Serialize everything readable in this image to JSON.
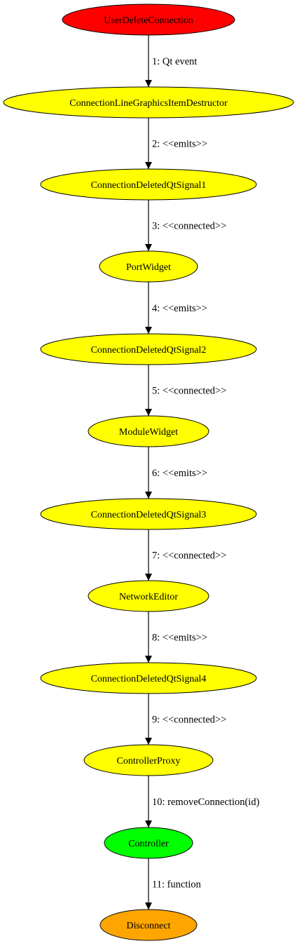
{
  "diagram": {
    "nodes": [
      {
        "id": "n0",
        "label": "UserDeleteConnection",
        "fill": "#ff0000"
      },
      {
        "id": "n1",
        "label": "ConnectionLineGraphicsItemDestructor",
        "fill": "#ffff00"
      },
      {
        "id": "n2",
        "label": "ConnectionDeletedQtSignal1",
        "fill": "#ffff00"
      },
      {
        "id": "n3",
        "label": "PortWidget",
        "fill": "#ffff00"
      },
      {
        "id": "n4",
        "label": "ConnectionDeletedQtSignal2",
        "fill": "#ffff00"
      },
      {
        "id": "n5",
        "label": "ModuleWidget",
        "fill": "#ffff00"
      },
      {
        "id": "n6",
        "label": "ConnectionDeletedQtSignal3",
        "fill": "#ffff00"
      },
      {
        "id": "n7",
        "label": "NetworkEditor",
        "fill": "#ffff00"
      },
      {
        "id": "n8",
        "label": "ConnectionDeletedQtSignal4",
        "fill": "#ffff00"
      },
      {
        "id": "n9",
        "label": "ControllerProxy",
        "fill": "#ffff00"
      },
      {
        "id": "n10",
        "label": "Controller",
        "fill": "#00ff00"
      },
      {
        "id": "n11",
        "label": "Disconnect",
        "fill": "#ffa500"
      }
    ],
    "edges": [
      {
        "from": "n0",
        "to": "n1",
        "label": "1: Qt event"
      },
      {
        "from": "n1",
        "to": "n2",
        "label": "2: <<emits>>"
      },
      {
        "from": "n2",
        "to": "n3",
        "label": "3: <<connected>>"
      },
      {
        "from": "n3",
        "to": "n4",
        "label": "4: <<emits>>"
      },
      {
        "from": "n4",
        "to": "n5",
        "label": "5: <<connected>>"
      },
      {
        "from": "n5",
        "to": "n6",
        "label": "6: <<emits>>"
      },
      {
        "from": "n6",
        "to": "n7",
        "label": "7: <<connected>>"
      },
      {
        "from": "n7",
        "to": "n8",
        "label": "8: <<emits>>"
      },
      {
        "from": "n8",
        "to": "n9",
        "label": "9: <<connected>>"
      },
      {
        "from": "n9",
        "to": "n10",
        "label": "10: removeConnection(id)"
      },
      {
        "from": "n10",
        "to": "n11",
        "label": "11: function"
      }
    ]
  }
}
